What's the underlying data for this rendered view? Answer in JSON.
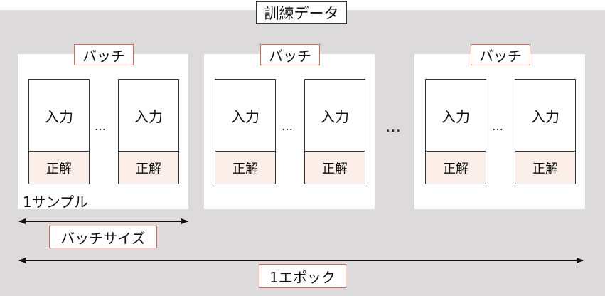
{
  "title": "訓練データ",
  "batches": [
    {
      "label": "バッチ",
      "samples": [
        {
          "input": "入力",
          "answer": "正解"
        },
        {
          "input": "入力",
          "answer": "正解"
        }
      ],
      "ellipsis": "…"
    },
    {
      "label": "バッチ",
      "samples": [
        {
          "input": "入力",
          "answer": "正解"
        },
        {
          "input": "入力",
          "answer": "正解"
        }
      ],
      "ellipsis": "…"
    },
    {
      "label": "バッチ",
      "samples": [
        {
          "input": "入力",
          "answer": "正解"
        },
        {
          "input": "入力",
          "answer": "正解"
        }
      ],
      "ellipsis": "…"
    }
  ],
  "between_batches_ellipsis": "…",
  "sample_caption": "1サンプル",
  "batch_size_label": "バッチサイズ",
  "epoch_label": "1エポック",
  "colors": {
    "frame": "#dcdadb",
    "answer_fill": "#fcefe9",
    "label_border": "#c96a5c"
  }
}
